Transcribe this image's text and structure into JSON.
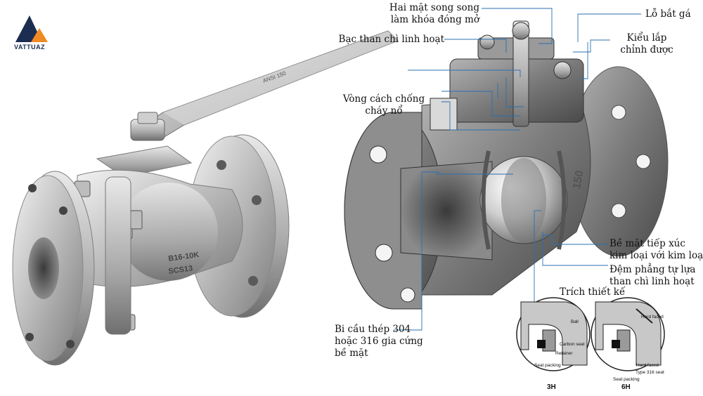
{
  "logo": {
    "text": "VATTUAZ",
    "colors": {
      "navy": "#1b2d50",
      "orange": "#f08a24"
    }
  },
  "handle_engraving": "ANSI 150",
  "body_markings": {
    "line1": "B16-10K",
    "line2": "SCS13",
    "cut_body": "150"
  },
  "labels": {
    "parallel_faces": "Hai mặt song song\nlàm khóa đóng mở",
    "mount_hole": "Lỗ bắt gá",
    "adjustable": "Kiểu lắp\nchỉnh được",
    "graphite_bushing": "Bạc than chì linh hoạt",
    "fire_ring": "Vòng cách chống\ncháy nổ",
    "metal_contact": "Bề mặt tiếp xúc\nkim loại với kim loại",
    "gasket": "Đệm phẳng tự lựa\nthan chì linh hoạt",
    "design_excerpt": "Trích thiết kế",
    "ball": "Bi cầu thép 304\nhoặc 316 gia cứng\nbề mặt"
  },
  "detail_3h": {
    "code": "3H",
    "ball": "Ball",
    "carbon_seat": "Carbon seat",
    "retainer": "Retainer",
    "seat_packing": "Seat packing"
  },
  "detail_6h": {
    "code": "6H",
    "hard_faced_top": "Hard faced",
    "hard_faced": "Hard faced",
    "type316": "Type 316 seat",
    "seat_packing": "Seat packing"
  }
}
